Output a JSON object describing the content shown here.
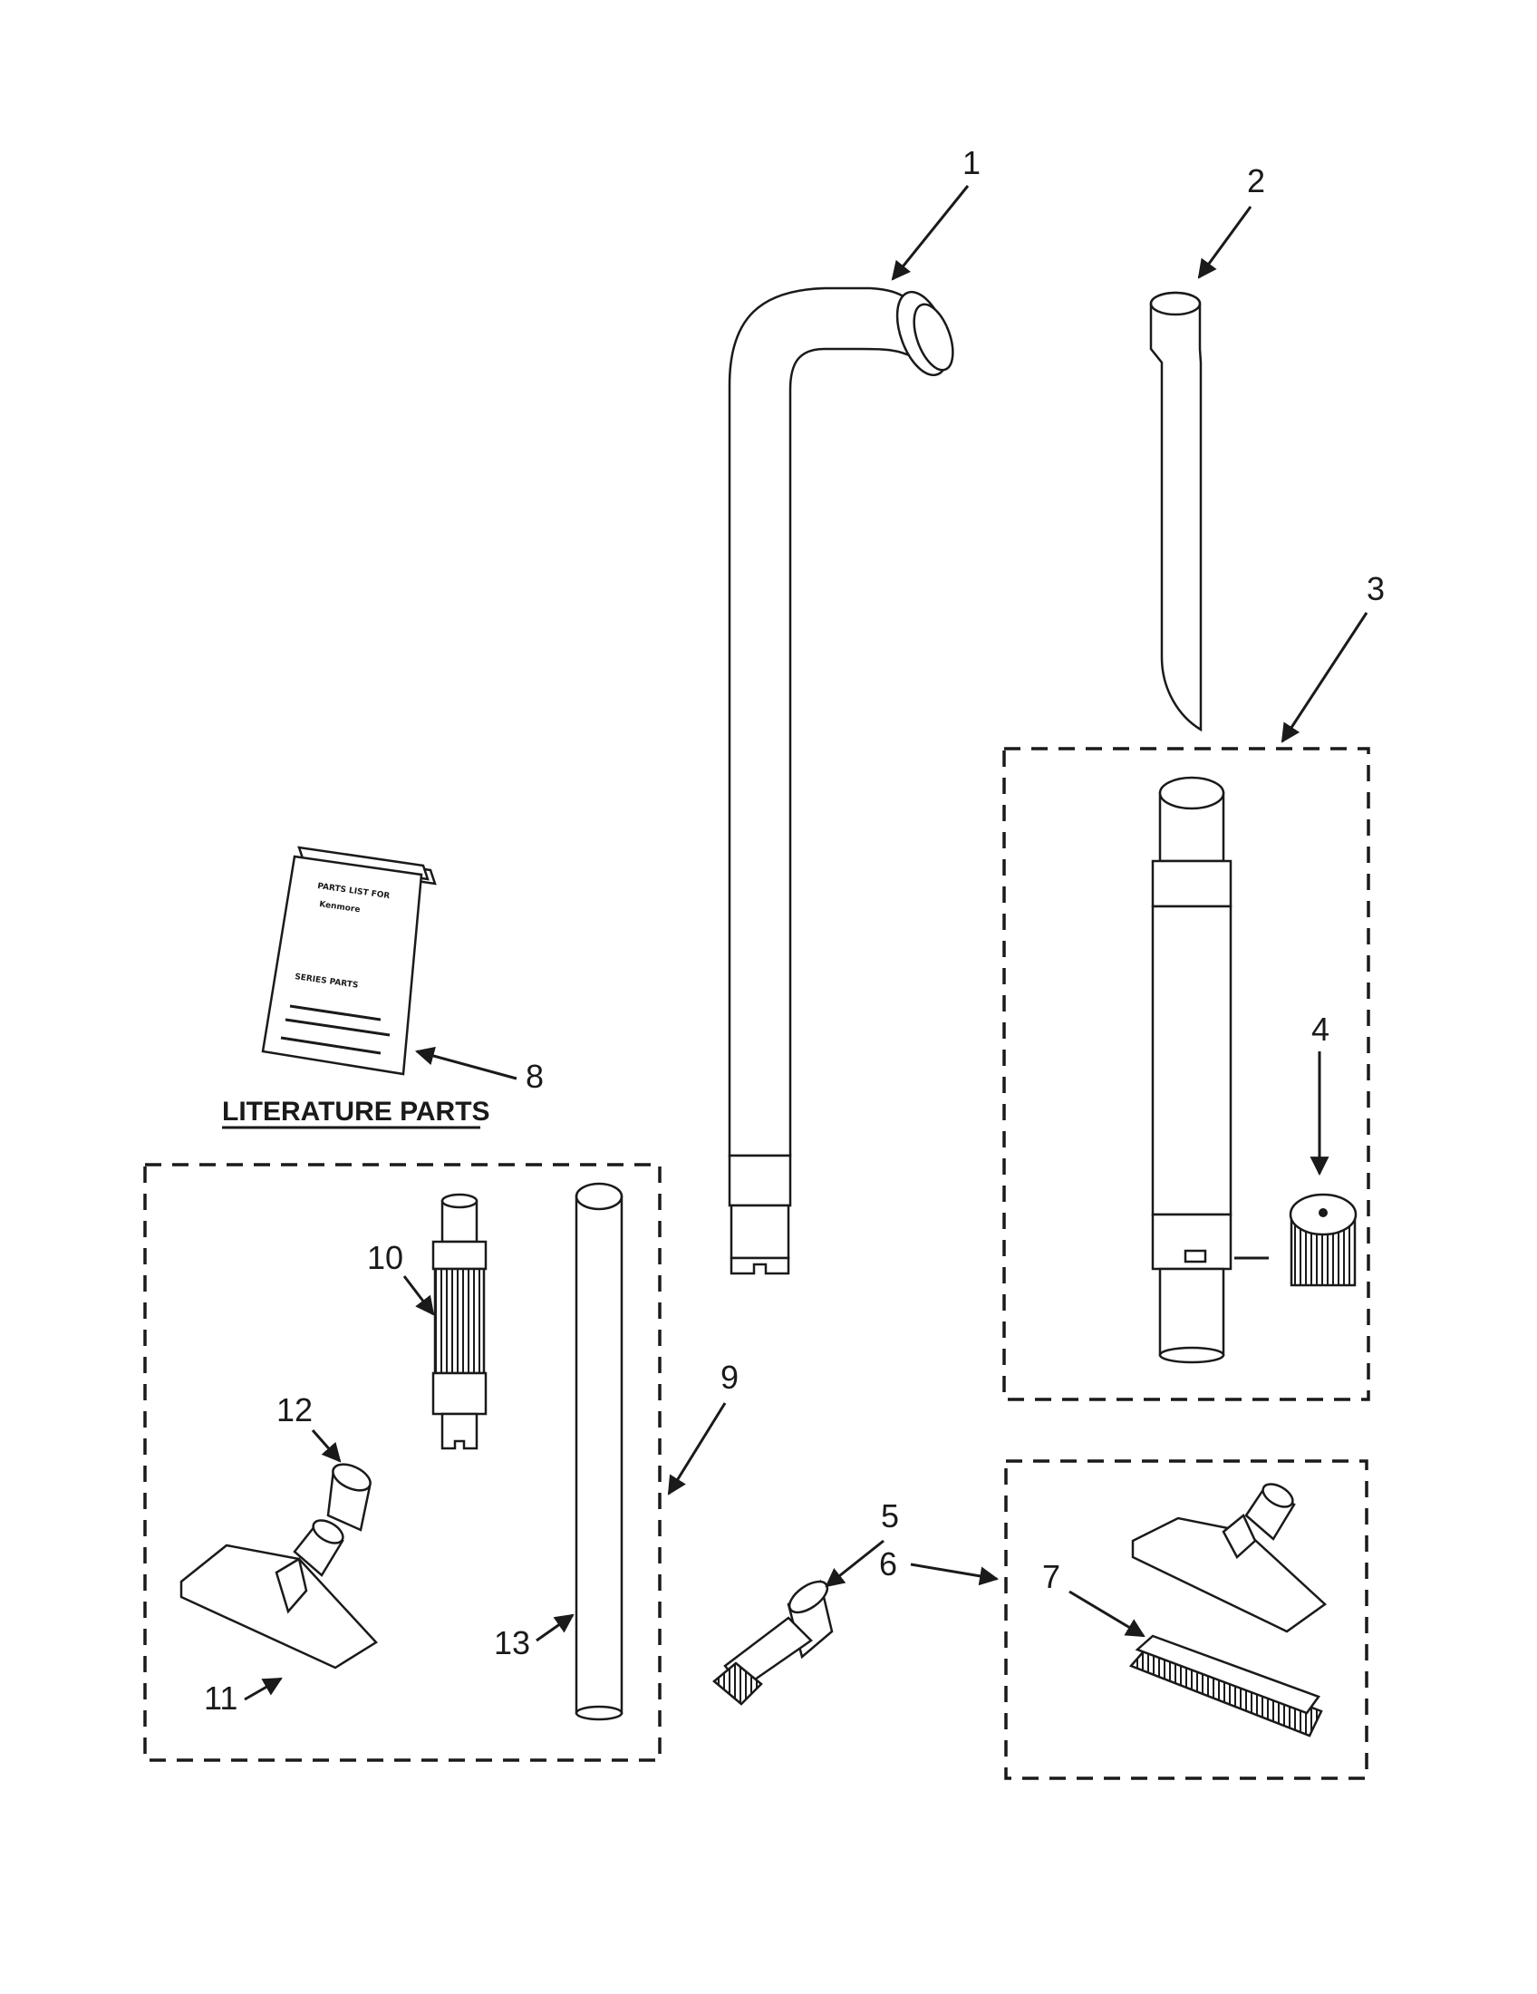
{
  "labels": {
    "p1": "1",
    "p2": "2",
    "p3": "3",
    "p4": "4",
    "p5": "5",
    "p6": "6",
    "p7": "7",
    "p8": "8",
    "p9": "9",
    "p10": "10",
    "p11": "11",
    "p12": "12",
    "p13": "13"
  },
  "literature_heading": "LITERATURE PARTS"
}
